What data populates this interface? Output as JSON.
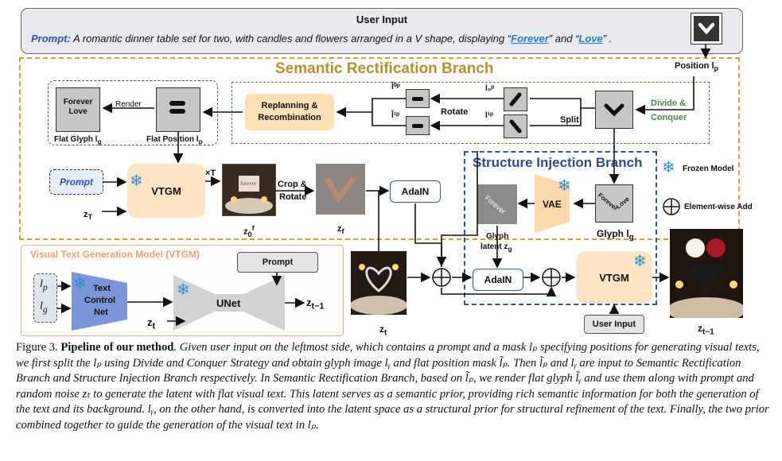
{
  "user_input": {
    "title": "User Input",
    "prompt_label": "Prompt:",
    "prompt_text": "A romantic dinner table set for two, with candles and flowers arranged in a V shape, displaying “",
    "word1": "Forever",
    "mid": "” and “",
    "word2": "Love",
    "end": "” ."
  },
  "position_label": "Position l",
  "position_sub": "p",
  "srb": {
    "title": "Semantic Rectification Branch",
    "render": "Render",
    "glyph_text1": "Forever",
    "glyph_text2": "Love",
    "flat_glyph": "Flat Glyph l",
    "flat_glyph_sub": "g",
    "flat_position": "Flat Position l",
    "flat_position_sub": "p",
    "replan": "Replanning & Recombination",
    "rotate": "Rotate",
    "split": "Split",
    "divide": "Divide &",
    "conquer": "Conquer",
    "l0": "l₀ᵖ",
    "l1": "l¹ᵖ",
    "l0t": "l̃⁰ᵖ",
    "l1t": "l̃¹ᵖ",
    "prompt": "Prompt",
    "vtgm": "VTGM",
    "times_t": "×T",
    "zT": "z",
    "zT_sub": "T",
    "z0f": "z",
    "z0f_sub": "0",
    "z0f_sup": "f",
    "crop": "Crop &",
    "rotate2": "Rotate",
    "zf": "z",
    "zf_sub": "f",
    "adain": "AdaIN"
  },
  "sib": {
    "title": "Structure Injection Branch",
    "vae": "VAE",
    "glyph": "Glyph l",
    "glyph_sub": "g",
    "latent1": "Glyph",
    "latent2": "latent z",
    "latent_sub": "g",
    "adain": "AdaIN"
  },
  "legend": {
    "frozen": "Frozen Model",
    "add": "Element-wise Add"
  },
  "vtgm_model": {
    "title": "Visual Text Generation Model (VTGM)",
    "prompt": "Prompt",
    "lp": "l",
    "lp_sub": "p",
    "lg": "l",
    "lg_sub": "g",
    "tcn1": "Text",
    "tcn2": "Control",
    "tcn3": "Net",
    "unet": "UNet",
    "zt": "z",
    "zt_sub": "t",
    "zt1": "z",
    "zt1_sub": "t−1"
  },
  "main": {
    "zt": "z",
    "zt_sub": "t",
    "vtgm": "VTGM",
    "user_input": "User Input",
    "zt1": "z",
    "zt1_sub": "t−1"
  },
  "caption": {
    "fig": "Figure 3.",
    "bold": "Pipeline of our method",
    "text": ". Given user input on the leftmost side, which contains a prompt and a mask lₚ specifying positions for generating visual texts, we first split the lₚ using Divide and Conquer Strategy and obtain glyph image lᵧ and flat position mask l̃ₚ. Then l̃ₚ and lᵧ are input to Semantic Rectification Branch and Structure Injection Branch respectively. In Semantic Rectification Branch, based on l̃ₚ, we render flat glyph l̃ᵧ and use them along with prompt and random noise zₜ to generate the latent with flat visual text. This latent serves as a semantic prior, providing rich semantic information for both the generation of the text and its background. lᵧ, on the other hand, is converted into the latent space as a structural prior for structural refinement of the text. Finally, the two prior combined together to guide the generation of the visual text in lₚ."
  },
  "colors": {
    "srb_border": "#c9a437",
    "dnc_border": "#4a8a45",
    "sib_border": "#33568f",
    "vtgm_fill": "#fde4c4",
    "tcn_fill": "#7b96d8",
    "frozen_icon": "#2a8fd6"
  }
}
